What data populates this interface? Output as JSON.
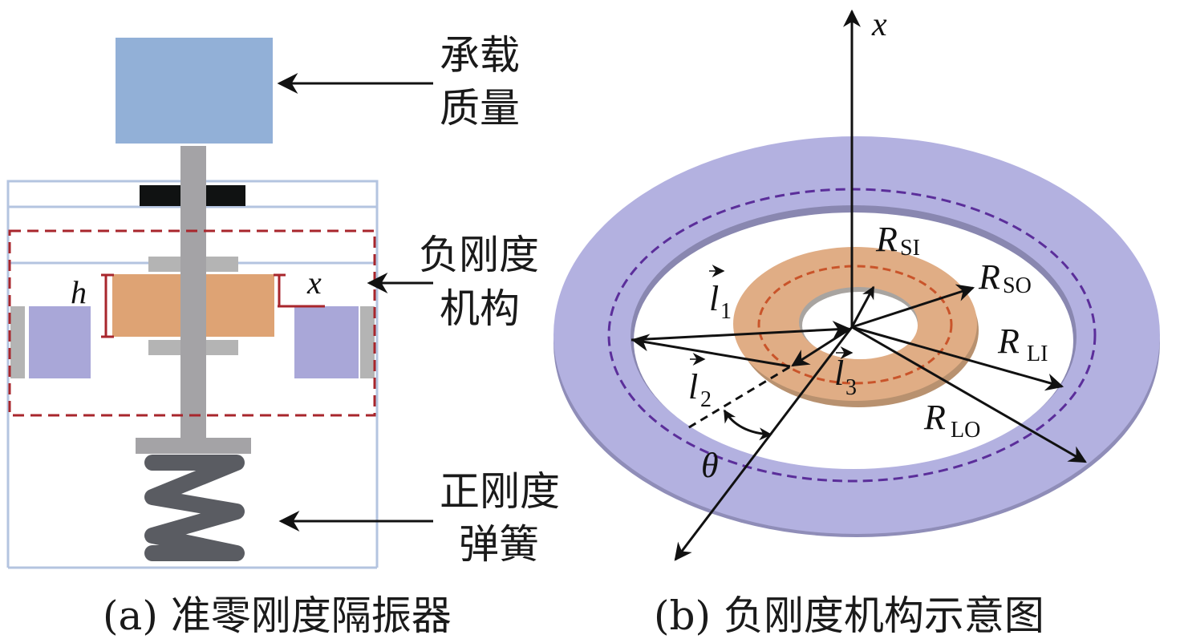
{
  "panel_a": {
    "caption": "(a) 准零刚度隔振器",
    "labels": {
      "load_mass_line1": "承载",
      "load_mass_line2": "质量",
      "nsm_line1": "负刚度",
      "nsm_line2": "机构",
      "spring_line1": "正刚度",
      "spring_line2": "弹簧"
    },
    "symbols": {
      "height": "h",
      "displacement": "x"
    },
    "colors": {
      "load_mass": "#92b0d7",
      "rod": "#a4a3a6",
      "moving_magnet": "#dea374",
      "fixed_magnet": "#a9a7d8",
      "holder": "#b4b4b4",
      "bearing": "#101212",
      "spring": "#5a5c62",
      "frame": "#b4c4e0",
      "dashed_box": "#a8262c"
    }
  },
  "panel_b": {
    "caption": "(b) 负刚度机构示意图",
    "axis_label": "x",
    "labels": {
      "R_SI": {
        "main": "R",
        "sub": "SI"
      },
      "R_SO": {
        "main": "R",
        "sub": "SO"
      },
      "R_LI": {
        "main": "R",
        "sub": "LI"
      },
      "R_LO": {
        "main": "R",
        "sub": "LO"
      },
      "l1": {
        "main": "l",
        "sub": "1"
      },
      "l2": {
        "main": "l",
        "sub": "2"
      },
      "l3": {
        "main": "l",
        "sub": "3"
      },
      "theta": "θ"
    },
    "colors": {
      "large_ring": "#b3b1e0",
      "large_ring_dash": "#5b2e9a",
      "small_ring": "#e0ad85",
      "small_ring_dash": "#c9542a",
      "arrows": "#111111"
    }
  }
}
